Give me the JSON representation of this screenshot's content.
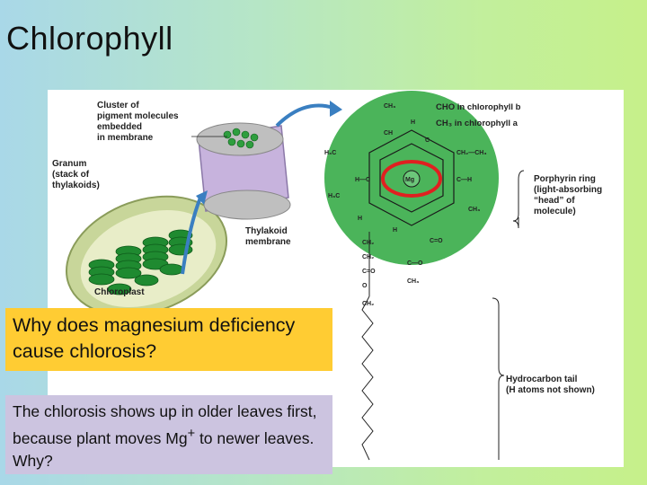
{
  "slide": {
    "title": "Chlorophyll",
    "question": "Why does magnesium deficiency cause chlorosis?",
    "answer_html": "The chlorosis shows up in older leaves first, because plant moves Mg<sup>+</sup> to newer leaves. Why?"
  },
  "figure": {
    "labels": {
      "cluster": [
        "Cluster of",
        "pigment molecules",
        "embedded",
        "in membrane"
      ],
      "granum": [
        "Granum",
        "(stack of",
        "thylakoids)"
      ],
      "thylakoid": [
        "Thylakoid",
        "membrane"
      ],
      "chloroplast": "Chloroplast",
      "chl_b": "CHO in chlorophyll b",
      "chl_a": "CH₃ in chlorophyll a",
      "porphyrin": [
        "Porphyrin ring",
        "(light-absorbing",
        "“head” of",
        "molecule)"
      ],
      "tail": [
        "Hydrocarbon tail",
        "(H atoms not shown)"
      ],
      "mg": "Mg"
    },
    "colors": {
      "green": "#2e9e3e",
      "porphyrin_bg": "#4bb45a",
      "mg_ring": "#e02020",
      "arrow_blue": "#3a7fc1"
    }
  }
}
